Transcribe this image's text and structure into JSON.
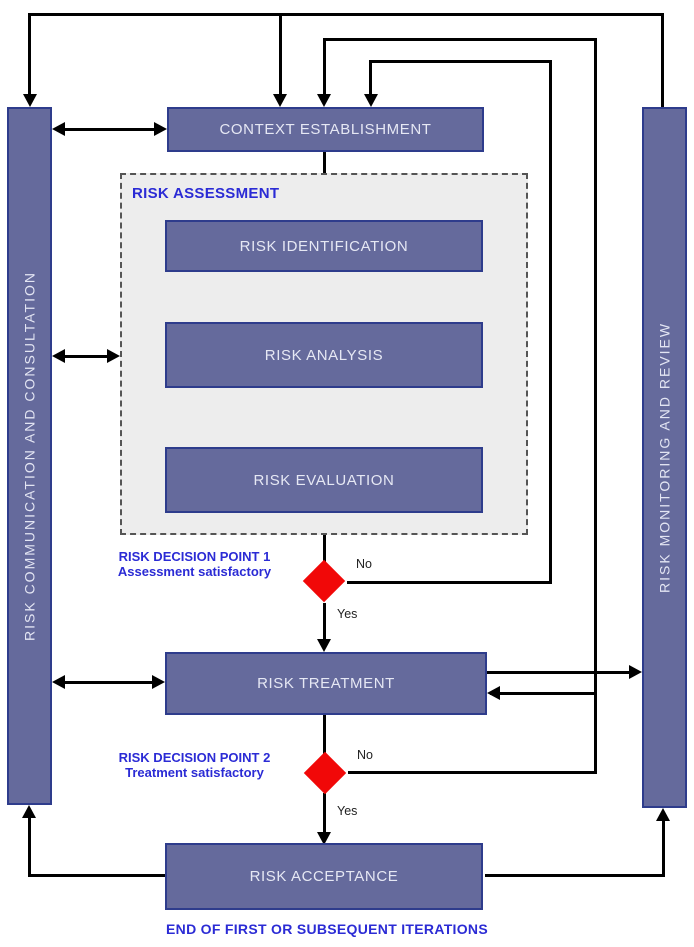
{
  "bars": {
    "left": {
      "label": "RISK COMMUNICATION AND CONSULTATION"
    },
    "right": {
      "label": "RISK MONITORING AND REVIEW"
    }
  },
  "boxes": {
    "context": {
      "label": "CONTEXT ESTABLISHMENT"
    },
    "identification": {
      "label": "RISK IDENTIFICATION"
    },
    "analysis": {
      "label": "RISK ANALYSIS"
    },
    "evaluation": {
      "label": "RISK EVALUATION"
    },
    "treatment": {
      "label": "RISK TREATMENT"
    },
    "acceptance": {
      "label": "RISK ACCEPTANCE"
    }
  },
  "assessment_group": {
    "label": "RISK ASSESSMENT"
  },
  "decision1": {
    "title": "RISK DECISION POINT 1",
    "subtitle": "Assessment satisfactory",
    "no_label": "No",
    "yes_label": "Yes"
  },
  "decision2": {
    "title": "RISK DECISION POINT 2",
    "subtitle": "Treatment satisfactory",
    "no_label": "No",
    "yes_label": "Yes"
  },
  "footer": {
    "label": "END OF FIRST OR SUBSEQUENT ITERATIONS"
  },
  "colors": {
    "node_fill": "#656A9C",
    "node_border": "#2E3C8C",
    "node_text": "#E6E8F4",
    "decision_diamond": "#F10808",
    "annotation_blue": "#2B2BD5",
    "connector": "#000000",
    "assessment_fill": "#EDEDED",
    "assessment_border": "#555555",
    "background": "#FFFFFF"
  }
}
